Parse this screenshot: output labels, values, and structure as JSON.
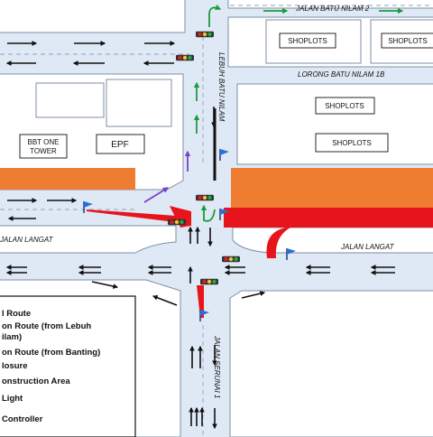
{
  "roads": {
    "jalan_batu_nilam_2": "JALAN BATU NILAM 2",
    "lorong_batu_nilam_1b": "LORONG BATU NILAM 1B",
    "lebuh_batu_nilam": "LEBUH BATU NILAM",
    "jalan_langat_left": "JALAN LANGAT",
    "jalan_langat_right": "JALAN LANGAT",
    "jalan_serunai_1": "JALAN SERUNAI 1"
  },
  "buildings": {
    "shoplots_1": "SHOPLOTS",
    "shoplots_2": "SHOPLOTS",
    "shoplots_3": "SHOPLOTS",
    "shoplots_4": "SHOPLOTS",
    "bbt_line1": "BBT ONE",
    "bbt_line2": "TOWER",
    "epf": "EPF"
  },
  "legend": {
    "items": [
      "l Route",
      "on Route (from Lebuh",
      "ilam)",
      "on Route (from Banting)",
      "losure",
      "onstruction Area",
      "Light",
      "Controller"
    ]
  },
  "colors": {
    "road": "#dfe9f5",
    "block": "#ffffff",
    "edge": "#7d8fa6",
    "construction": "#ee7d31",
    "closure": "#e8141b",
    "route_black": "#111111",
    "route_green": "#1a9d3c",
    "route_purple": "#7a3fc2",
    "flag": "#2b6fd6",
    "signal_red": "#e41b1b",
    "signal_yellow": "#f2c230",
    "signal_green": "#27a641"
  },
  "icons": [
    "traffic-light-icon",
    "controller-flag-icon",
    "direction-arrow-icon",
    "u-turn-arrow-icon"
  ]
}
